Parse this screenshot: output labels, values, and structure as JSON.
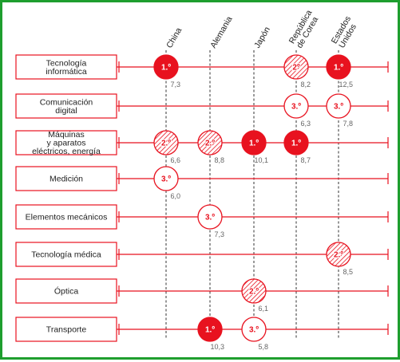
{
  "columns": [
    {
      "id": "china",
      "lines": [
        "China"
      ]
    },
    {
      "id": "alemania",
      "lines": [
        "Alemania"
      ]
    },
    {
      "id": "japon",
      "lines": [
        "Japón"
      ]
    },
    {
      "id": "corea",
      "lines": [
        "República",
        "de Corea"
      ]
    },
    {
      "id": "eeuu",
      "lines": [
        "Estados",
        "Unidos"
      ]
    }
  ],
  "rows": [
    {
      "id": "tecnologia-informatica",
      "lines": [
        "Tecnología",
        "informática"
      ]
    },
    {
      "id": "comunicacion-digital",
      "lines": [
        "Comunicación",
        "digital"
      ]
    },
    {
      "id": "maquinas",
      "lines": [
        "Máquinas",
        "y aparatos",
        "eléctricos, energía"
      ]
    },
    {
      "id": "medicion",
      "lines": [
        "Medición"
      ]
    },
    {
      "id": "elementos-mecanicos",
      "lines": [
        "Elementos mecánicos"
      ]
    },
    {
      "id": "tecnologia-medica",
      "lines": [
        "Tecnología médica"
      ]
    },
    {
      "id": "optica",
      "lines": [
        "Óptica"
      ]
    },
    {
      "id": "transporte",
      "lines": [
        "Transporte"
      ]
    }
  ],
  "marks": [
    {
      "row": 0,
      "col": 0,
      "rank": "1.º",
      "style": "solid",
      "value": "7,3"
    },
    {
      "row": 0,
      "col": 3,
      "rank": "2º",
      "style": "hatched",
      "value": "8,2"
    },
    {
      "row": 0,
      "col": 4,
      "rank": "1.º",
      "style": "solid",
      "value": "12,5"
    },
    {
      "row": 1,
      "col": 3,
      "rank": "3.º",
      "style": "outline",
      "value": "6,3"
    },
    {
      "row": 1,
      "col": 4,
      "rank": "3.º",
      "style": "outline",
      "value": "7,8"
    },
    {
      "row": 2,
      "col": 0,
      "rank": "2.º",
      "style": "hatched",
      "value": "6,6"
    },
    {
      "row": 2,
      "col": 1,
      "rank": "2.º",
      "style": "hatched",
      "value": "8,8"
    },
    {
      "row": 2,
      "col": 2,
      "rank": "1.º",
      "style": "solid",
      "value": "10,1"
    },
    {
      "row": 2,
      "col": 3,
      "rank": "1.º",
      "style": "solid",
      "value": "8,7"
    },
    {
      "row": 3,
      "col": 0,
      "rank": "3.º",
      "style": "outline",
      "value": "6,0"
    },
    {
      "row": 4,
      "col": 1,
      "rank": "3.º",
      "style": "outline",
      "value": "7,3"
    },
    {
      "row": 5,
      "col": 4,
      "rank": "2.º",
      "style": "hatched",
      "value": "8,5"
    },
    {
      "row": 6,
      "col": 2,
      "rank": "2.º",
      "style": "hatched",
      "value": "6,1"
    },
    {
      "row": 7,
      "col": 1,
      "rank": "1.º",
      "style": "solid",
      "value": "10,3"
    },
    {
      "row": 7,
      "col": 2,
      "rank": "3.º",
      "style": "outline",
      "value": "5,8"
    }
  ],
  "colors": {
    "red": "#e8121f",
    "frame": "#1e9e2e",
    "text": "#222222",
    "value_text": "#666666"
  }
}
